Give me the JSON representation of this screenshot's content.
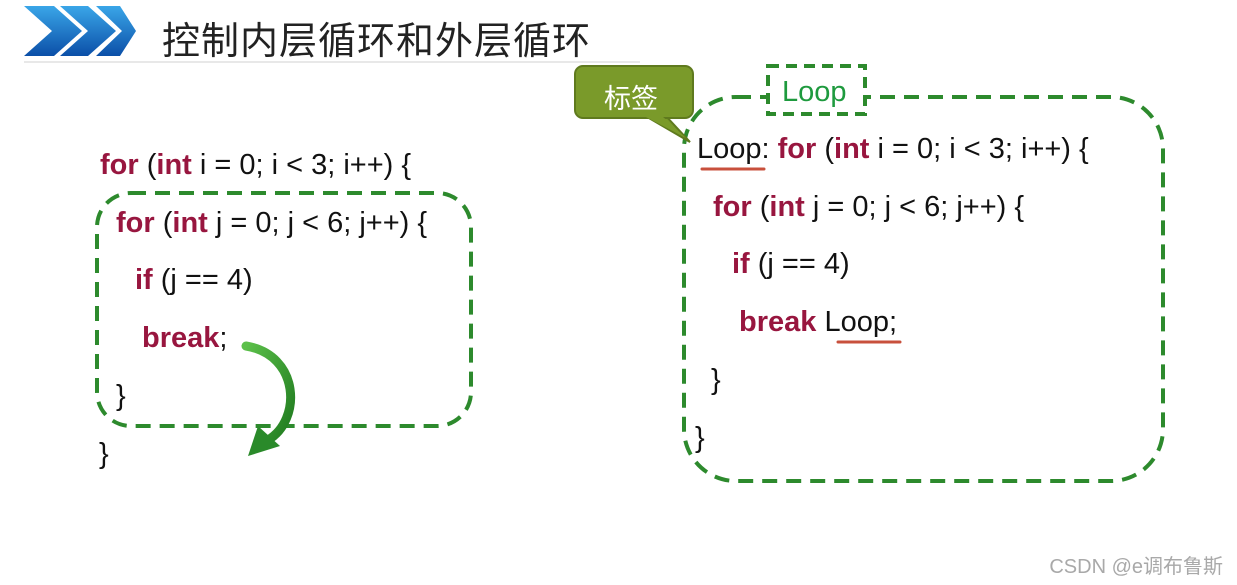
{
  "header": {
    "title": "控制内层循环和外层循环"
  },
  "left_code": {
    "line1": {
      "kw1": "for",
      "p1": " (",
      "kw2": "int",
      "p2": " i = 0; i < 3; i++) {"
    },
    "line2": {
      "kw1": "for",
      "p1": " (",
      "kw2": "int",
      "p2": " j = 0; j < 6; j++) {"
    },
    "line3": {
      "kw1": "if",
      "p1": " (j == 4)"
    },
    "line4": {
      "kw1": "break",
      "p1": ";"
    },
    "line5": {
      "p1": "}"
    },
    "line6": {
      "p1": "}"
    }
  },
  "right_code": {
    "line1": {
      "label": "Loop",
      "colon": ":",
      "kw1": "for",
      "p1": " (",
      "kw2": "int",
      "p2": " i = 0; i < 3; i++) {"
    },
    "line2": {
      "kw1": "for",
      "p1": " (",
      "kw2": "int",
      "p2": " j = 0; j < 6; j++) {"
    },
    "line3": {
      "kw1": "if",
      "p1": " (j == 4)"
    },
    "line4": {
      "kw1": "break",
      "label": "Loop",
      "p1": ";"
    },
    "line5": {
      "p1": "}"
    },
    "line6": {
      "p1": "}"
    }
  },
  "callout": {
    "text": "标签"
  },
  "tag": {
    "text": "Loop"
  },
  "watermark": {
    "text": "CSDN @e调布鲁斯"
  },
  "colors": {
    "keyword": "#98163f",
    "dashed_border": "#2d8a2d",
    "arrow": "#2a8a2a",
    "callout_fill": "#7a9a2a",
    "underline": "#c8503c",
    "tag_text": "#1e9a3e"
  },
  "icons": {
    "header": "chevron-arrows-icon",
    "jump": "curved-arrow-icon"
  }
}
